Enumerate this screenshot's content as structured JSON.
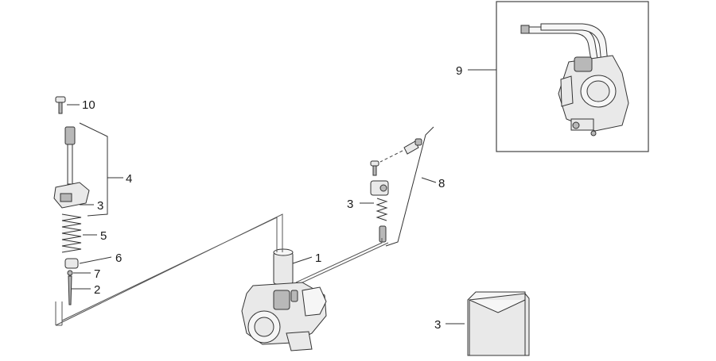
{
  "diagram": {
    "callouts": [
      {
        "id": "p1",
        "label": "1"
      },
      {
        "id": "p2",
        "label": "2"
      },
      {
        "id": "p3a",
        "label": "3"
      },
      {
        "id": "p3b",
        "label": "3"
      },
      {
        "id": "p3c",
        "label": "3"
      },
      {
        "id": "p4",
        "label": "4"
      },
      {
        "id": "p5",
        "label": "5"
      },
      {
        "id": "p6",
        "label": "6"
      },
      {
        "id": "p7",
        "label": "7"
      },
      {
        "id": "p8",
        "label": "8"
      },
      {
        "id": "p9",
        "label": "9"
      },
      {
        "id": "p10",
        "label": "10"
      }
    ]
  }
}
